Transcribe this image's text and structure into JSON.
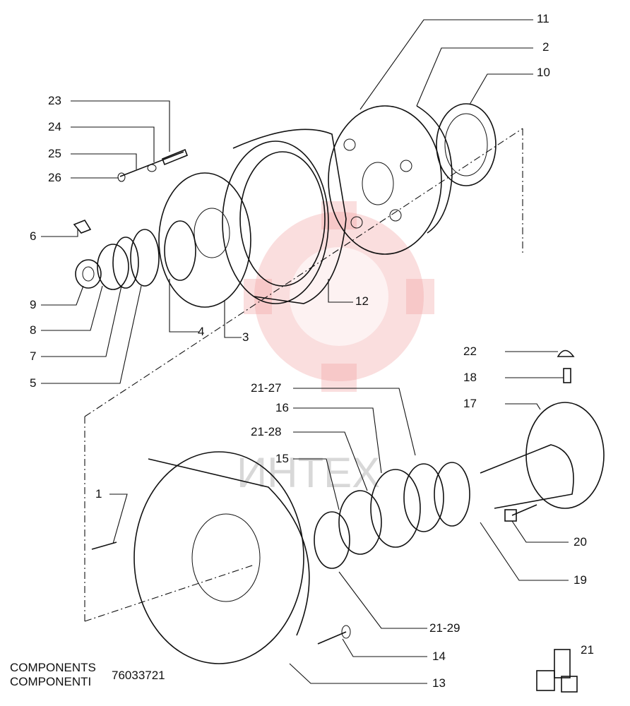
{
  "diagram": {
    "watermark_text": "ИНТЕХ",
    "callouts": [
      "11",
      "2",
      "10",
      "23",
      "24",
      "25",
      "26",
      "6",
      "9",
      "8",
      "7",
      "5",
      "4",
      "3",
      "12",
      "22",
      "18",
      "17",
      "21-27",
      "16",
      "21-28",
      "15",
      "1",
      "20",
      "19",
      "21-29",
      "14",
      "13",
      "21"
    ]
  },
  "caption": {
    "line1": "COMPONENTS",
    "line2": "COMPONENTI",
    "code": "76033721"
  }
}
